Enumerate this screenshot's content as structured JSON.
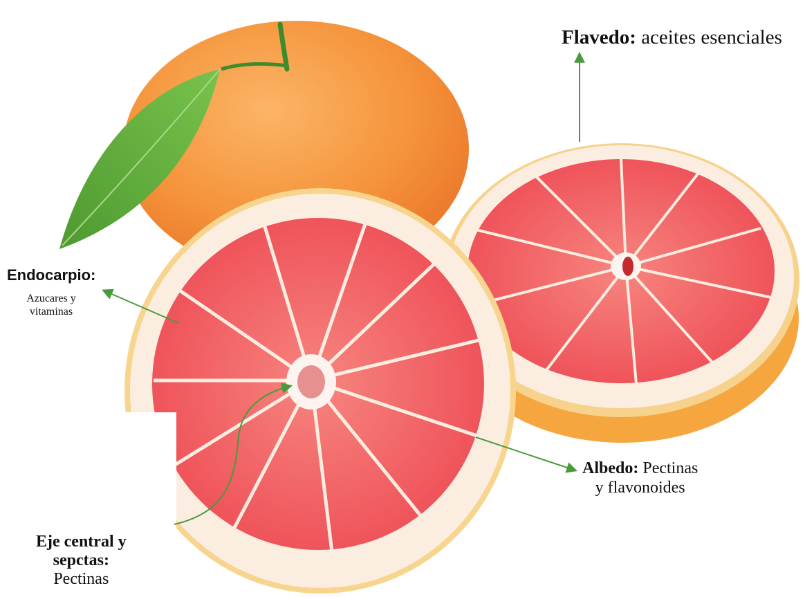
{
  "labels": {
    "flavedo": {
      "title": "Flavedo:",
      "desc": "aceites esenciales"
    },
    "endocarpio": {
      "title": "Endocarpio:",
      "desc_line1": "Azucares y",
      "desc_line2": "vitaminas"
    },
    "albedo": {
      "title": "Albedo:",
      "desc_line1": "Pectinas",
      "desc_line2": "y flavonoides"
    },
    "eje": {
      "line1": "Eje central y",
      "line2": "sepctas:",
      "line3": "Pectinas"
    }
  },
  "colors": {
    "arrow": "#4a9a3c",
    "peel": "#f59a3a",
    "pulp": "#ef5b5f",
    "albedo": "#fbeee0",
    "leaf": "#5aa43a"
  }
}
